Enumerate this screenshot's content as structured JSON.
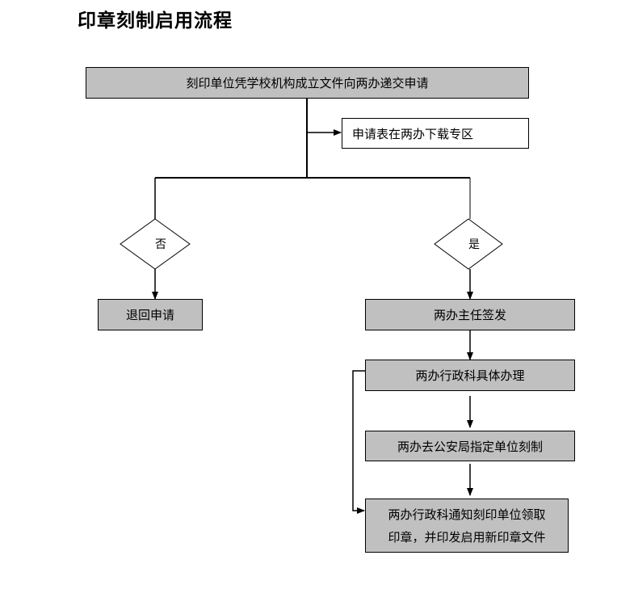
{
  "title": "印章刻制启用流程",
  "nodes": {
    "submit_application": "刻印单位凭学校机构成立文件向两办递交申请",
    "download_form": "申请表在两办下载专区",
    "decision_no": "否",
    "decision_yes": "是",
    "return_application": "退回申请",
    "director_sign": "两办主任签发",
    "admin_section_process": "两办行政科具体办理",
    "police_engrave": "两办去公安局指定单位刻制",
    "notify_line1": "两办行政科通知刻印单位领取",
    "notify_line2": "印章，并印发启用新印章文件"
  },
  "colors": {
    "box_fill": "#c0c0c0",
    "line": "#000000"
  }
}
